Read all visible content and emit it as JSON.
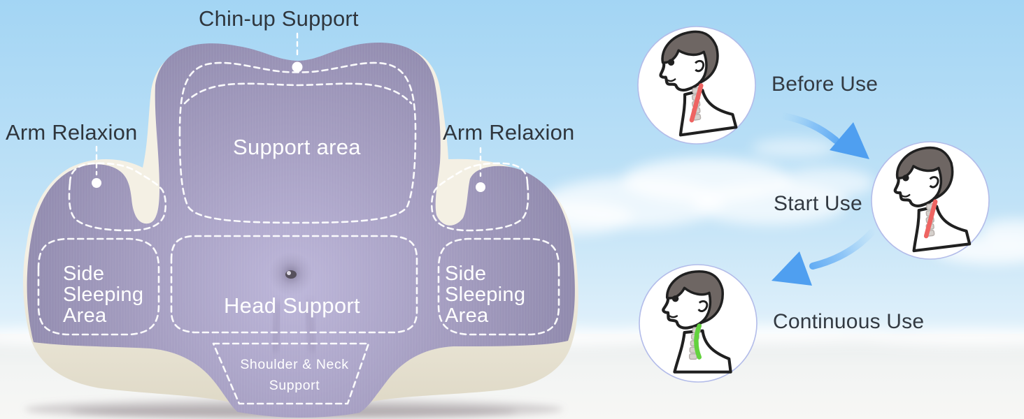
{
  "pillow": {
    "labels": {
      "chin_up": "Chin-up Support",
      "arm_left": "Arm Relaxion",
      "arm_right": "Arm Relaxion",
      "support_area": "Support area",
      "head_support": "Head Support",
      "side_sleeping_left": {
        "line1": "Side",
        "line2": "Sleeping",
        "line3": "Area"
      },
      "side_sleeping_right": {
        "line1": "Side",
        "line2": "Sleeping",
        "line3": "Area"
      },
      "shoulder_neck": {
        "line1": "Shoulder & Neck",
        "line2": "Support"
      }
    },
    "callout_dots": [
      "chin-up-dot",
      "arm-left-dot",
      "arm-right-dot"
    ]
  },
  "usage_steps": {
    "items": [
      {
        "label": "Before Use",
        "icon": "posture-forward-head-red-spine-icon",
        "spine_color": "#ee6462"
      },
      {
        "label": "Start Use",
        "icon": "posture-forward-head-red-spine-icon",
        "spine_color": "#ee6462"
      },
      {
        "label": "Continuous Use",
        "icon": "posture-upright-green-spine-icon",
        "spine_color": "#63d23e"
      }
    ],
    "arrows": [
      "curved-arrow-down-right-icon",
      "curved-arrow-down-left-icon"
    ]
  },
  "colors": {
    "sky_top": "#a3d5f4",
    "sky_horizon": "#e8f4fb",
    "surface": "#f5f6f5",
    "pillow_purple": "#a7a0c3",
    "pillow_purple_light": "#bdb7da",
    "pillow_purple_dark": "#8d87aa",
    "pillow_base_cream": "#eee9da",
    "dashed_line": "#ffffff",
    "label_dark": "#2f363d",
    "label_light": "#ffffff",
    "arrow_blue": "#55a3f1",
    "circle_border": "#b3bce9",
    "spine_red": "#ee6462",
    "spine_green": "#63d23e",
    "hair_gray": "#6e6663"
  }
}
